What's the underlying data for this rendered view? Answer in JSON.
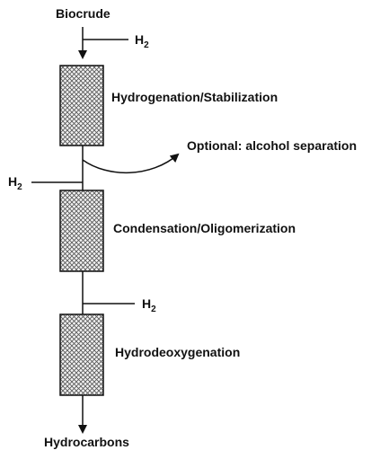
{
  "inputs": {
    "feed": "Biocrude",
    "h2_letter": "H",
    "h2_subscript": "2"
  },
  "stages": [
    {
      "label": "Hydrogenation/Stabilization"
    },
    {
      "label": "Condensation/Oligomerization"
    },
    {
      "label": "Hydrodeoxygenation"
    }
  ],
  "side_stream": {
    "label": "Optional: alcohol separation"
  },
  "output": {
    "product": "Hydrocarbons"
  }
}
